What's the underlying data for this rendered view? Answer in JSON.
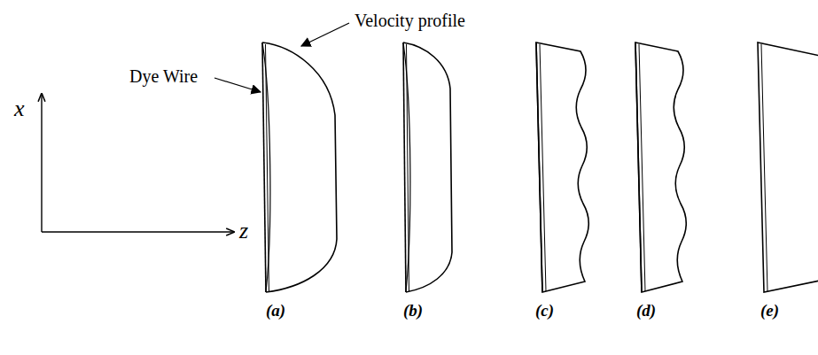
{
  "diagram": {
    "labels": [
      "Velocity profile",
      "Dye Wire",
      "x",
      "z",
      "(a)",
      "(b)",
      "(c)",
      "(d)",
      "(e)"
    ]
  }
}
